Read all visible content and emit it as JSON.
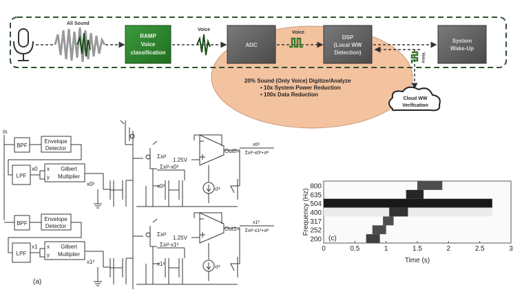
{
  "flow": {
    "all_sound": "All Sound",
    "ramp": [
      "RAMP",
      "Voice",
      "classification"
    ],
    "voice1": "Voice",
    "adc": "ADC",
    "voice2": "Voice",
    "dsp": [
      "DSP",
      "(Local WW",
      "Detection)"
    ],
    "wake": [
      "System",
      "Wake-Up"
    ],
    "voice3": "Voice",
    "summary": "20% Sound  (Only Voice) Digitize/Analyze",
    "bullets": [
      "• 10x System Power Reduction",
      "• 100x Data Reduction"
    ],
    "cloud": [
      "Cloud WW",
      "Verification"
    ],
    "colors": {
      "ramp": "#2e8b2e",
      "block": "#5f5f5f",
      "ellipse": "#f3c29f",
      "dashed": "#2f4f2f"
    }
  },
  "circuit": {
    "input": "In",
    "label": "(a)",
    "channels": [
      {
        "bpf": "BPF",
        "env": [
          "Envelope",
          "Detector"
        ],
        "lpf": "LPF",
        "xin": "x0",
        "gil": [
          "Gilbert",
          "Multiplier"
        ],
        "xy": [
          "x",
          "y"
        ],
        "sq": "x0²",
        "sum": "Σxi²",
        "diff": "Σxi²-x0²",
        "sq2": "x0²",
        "vref": "1.25V",
        "sigma": "σ²",
        "out": "Out0=",
        "num": "x0²",
        "den": "Σxi²-x0²+σ²"
      },
      {
        "bpf": "BPF",
        "env": [
          "Envelope",
          "Detector"
        ],
        "lpf": "LPF",
        "xin": "x1",
        "gil": [
          "Gilbert",
          "Multiplier"
        ],
        "xy": [
          "x",
          "y"
        ],
        "sq": "x1²",
        "sum": "Σxi²",
        "diff": "Σxi²-x1²",
        "sq2": "x1²",
        "vref": "1.25V",
        "sigma": "σ²",
        "out": "Out1=",
        "num": "x1²",
        "den": "Σxi²-x1²+σ²"
      }
    ]
  },
  "chart_data": {
    "type": "heatmap",
    "panel_label": "(c)",
    "xlabel": "Time (s)",
    "ylabel": "Frequency (Hz)",
    "xlim": [
      0,
      3
    ],
    "x_ticks": [
      "0",
      "0.5",
      "1",
      "1.5",
      "2",
      "2.5",
      "3"
    ],
    "y_ticks": [
      "800",
      "635",
      "504",
      "400",
      "317",
      "252",
      "200"
    ],
    "bands": [
      {
        "freq": "800",
        "segments": [
          {
            "t0": 1.5,
            "t1": 1.9,
            "intensity": 0.7
          }
        ]
      },
      {
        "freq": "635",
        "segments": [
          {
            "t0": 1.32,
            "t1": 1.6,
            "intensity": 0.85
          }
        ]
      },
      {
        "freq": "504",
        "segments": [
          {
            "t0": 0,
            "t1": 2.7,
            "intensity": 0.9
          }
        ]
      },
      {
        "freq": "400",
        "segments": [
          {
            "t0": 0,
            "t1": 2.7,
            "intensity": 0.08
          },
          {
            "t0": 1.05,
            "t1": 1.35,
            "intensity": 0.8
          }
        ]
      },
      {
        "freq": "317",
        "segments": [
          {
            "t0": 0.95,
            "t1": 1.12,
            "intensity": 0.7
          }
        ]
      },
      {
        "freq": "252",
        "segments": [
          {
            "t0": 0.78,
            "t1": 1.0,
            "intensity": 0.7
          }
        ]
      },
      {
        "freq": "200",
        "segments": [
          {
            "t0": 0.68,
            "t1": 0.9,
            "intensity": 0.75
          }
        ]
      }
    ]
  }
}
